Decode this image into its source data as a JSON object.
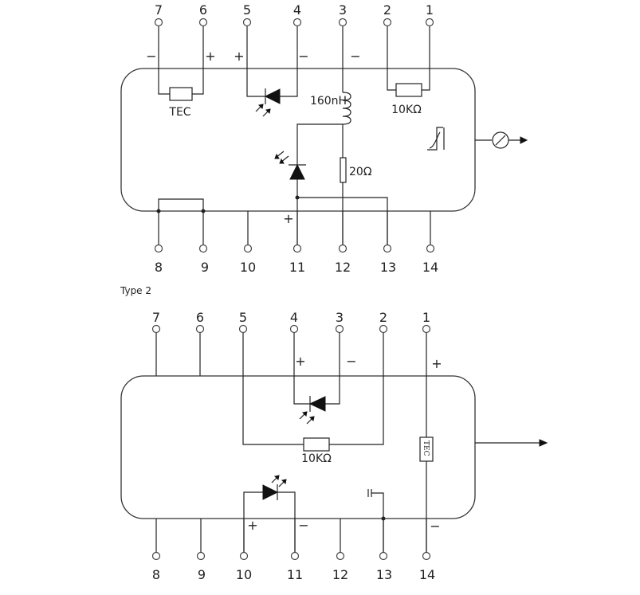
{
  "type1": {
    "pins_top": [
      "7",
      "6",
      "5",
      "4",
      "3",
      "2",
      "1"
    ],
    "pins_bottom": [
      "8",
      "9",
      "10",
      "11",
      "12",
      "13",
      "14"
    ],
    "polarity": {
      "p7": "−",
      "p6": "+",
      "p5": "+",
      "p4": "−",
      "p3": "−",
      "p11": "+"
    },
    "labels": {
      "tec": "TEC",
      "inductor": "160nH",
      "thermistor": "10KΩ",
      "resistor": "20Ω"
    }
  },
  "section_title": "Type 2",
  "type2": {
    "pins_top": [
      "7",
      "6",
      "5",
      "4",
      "3",
      "2",
      "1"
    ],
    "pins_bottom": [
      "8",
      "9",
      "10",
      "11",
      "12",
      "13",
      "14"
    ],
    "polarity": {
      "p4": "+",
      "p3": "−",
      "p1": "+",
      "p10": "+",
      "p11": "−",
      "p14": "−"
    },
    "labels": {
      "thermistor": "10KΩ",
      "tec": "TEC"
    }
  },
  "icons": [
    "photodiode-icon",
    "laser-diode-icon",
    "inductor-icon",
    "resistor-icon",
    "thermistor-icon",
    "tec-icon",
    "fiber-output-icon",
    "capacitor-icon",
    "arrow-right-icon",
    "signal-shape-icon"
  ]
}
